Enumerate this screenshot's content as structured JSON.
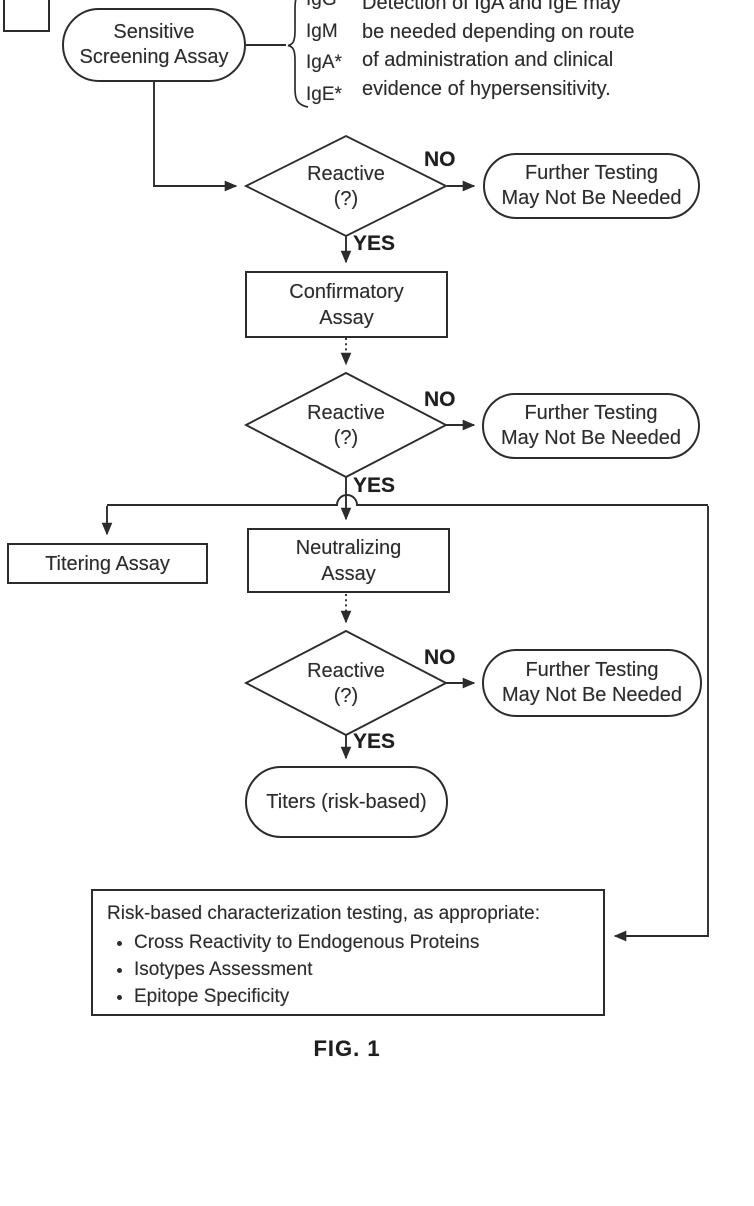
{
  "caption": "FIG. 1",
  "colors": {
    "ink": "#2c2c2c",
    "background": "#ffffff"
  },
  "labels": {
    "no": "NO",
    "yes": "YES"
  },
  "legend": {
    "ig": [
      "IgG",
      "IgM",
      "IgA*",
      "IgE*"
    ],
    "note": "Detection of IgA and IgE may\nbe needed depending on route\nof administration and clinical\nevidence of hypersensitivity."
  },
  "nodes": {
    "screening": "Sensitive\nScreening Assay",
    "reactive": "Reactive\n(?)",
    "further": "Further Testing\nMay Not Be Needed",
    "confirmatory": "Confirmatory\nAssay",
    "titering": "Titering Assay",
    "neutralizing": "Neutralizing\nAssay",
    "titers": "Titers (risk-based)",
    "risk_title": "Risk-based characterization testing, as appropriate:",
    "risk_bullets": [
      "Cross Reactivity to Endogenous Proteins",
      "Isotypes Assessment",
      "Epitope Specificity"
    ]
  }
}
